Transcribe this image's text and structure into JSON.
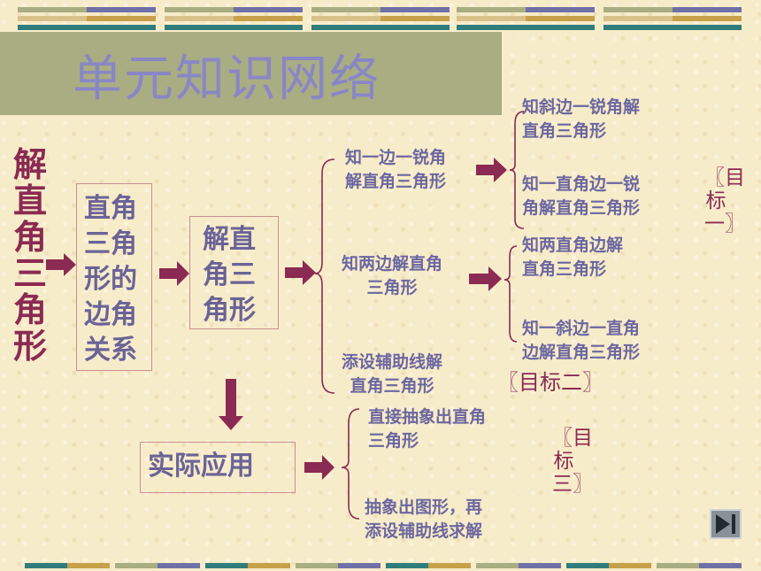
{
  "header": {
    "title": "单元知识网络"
  },
  "root": {
    "label": "解直角三角形"
  },
  "boxes": {
    "relation": "直角三角形的边角关系",
    "solve": "解直角三角形",
    "apply": "实际应用"
  },
  "branches": {
    "one_side_one_angle": {
      "line1": "知一边一锐角",
      "line2": "解直角三角形"
    },
    "two_sides": {
      "line1": "知两边解直角",
      "line2": "三角形"
    },
    "auxiliary": {
      "line1": "添设辅助线解",
      "line2": "直角三角形"
    }
  },
  "leaves": {
    "hyp_acute": {
      "line1": "知斜边一锐角解",
      "line2": "直角三角形"
    },
    "leg_acute": {
      "line1": "知一直角边一锐",
      "line2": "角解直角三角形"
    },
    "two_legs": {
      "line1": "知两直角边解",
      "line2": "直角三角形"
    },
    "hyp_leg": {
      "line1": "知一斜边一直角",
      "line2": "边解直角三角形"
    }
  },
  "apply_items": {
    "direct": {
      "line1": "直接抽象出直角",
      "line2": "三角形"
    },
    "figure": {
      "line1": "抽象出图形，再",
      "line2": "添设辅助线求解"
    }
  },
  "targets": {
    "one": "〖目标一〗",
    "two": "〖目标二〗",
    "three": "〖目标三〗"
  },
  "colors": {
    "accent": "#8b2a52",
    "text": "#6c67a0",
    "title_band": "#a9ad82"
  },
  "nav": {
    "icon": "next-slide-icon"
  }
}
